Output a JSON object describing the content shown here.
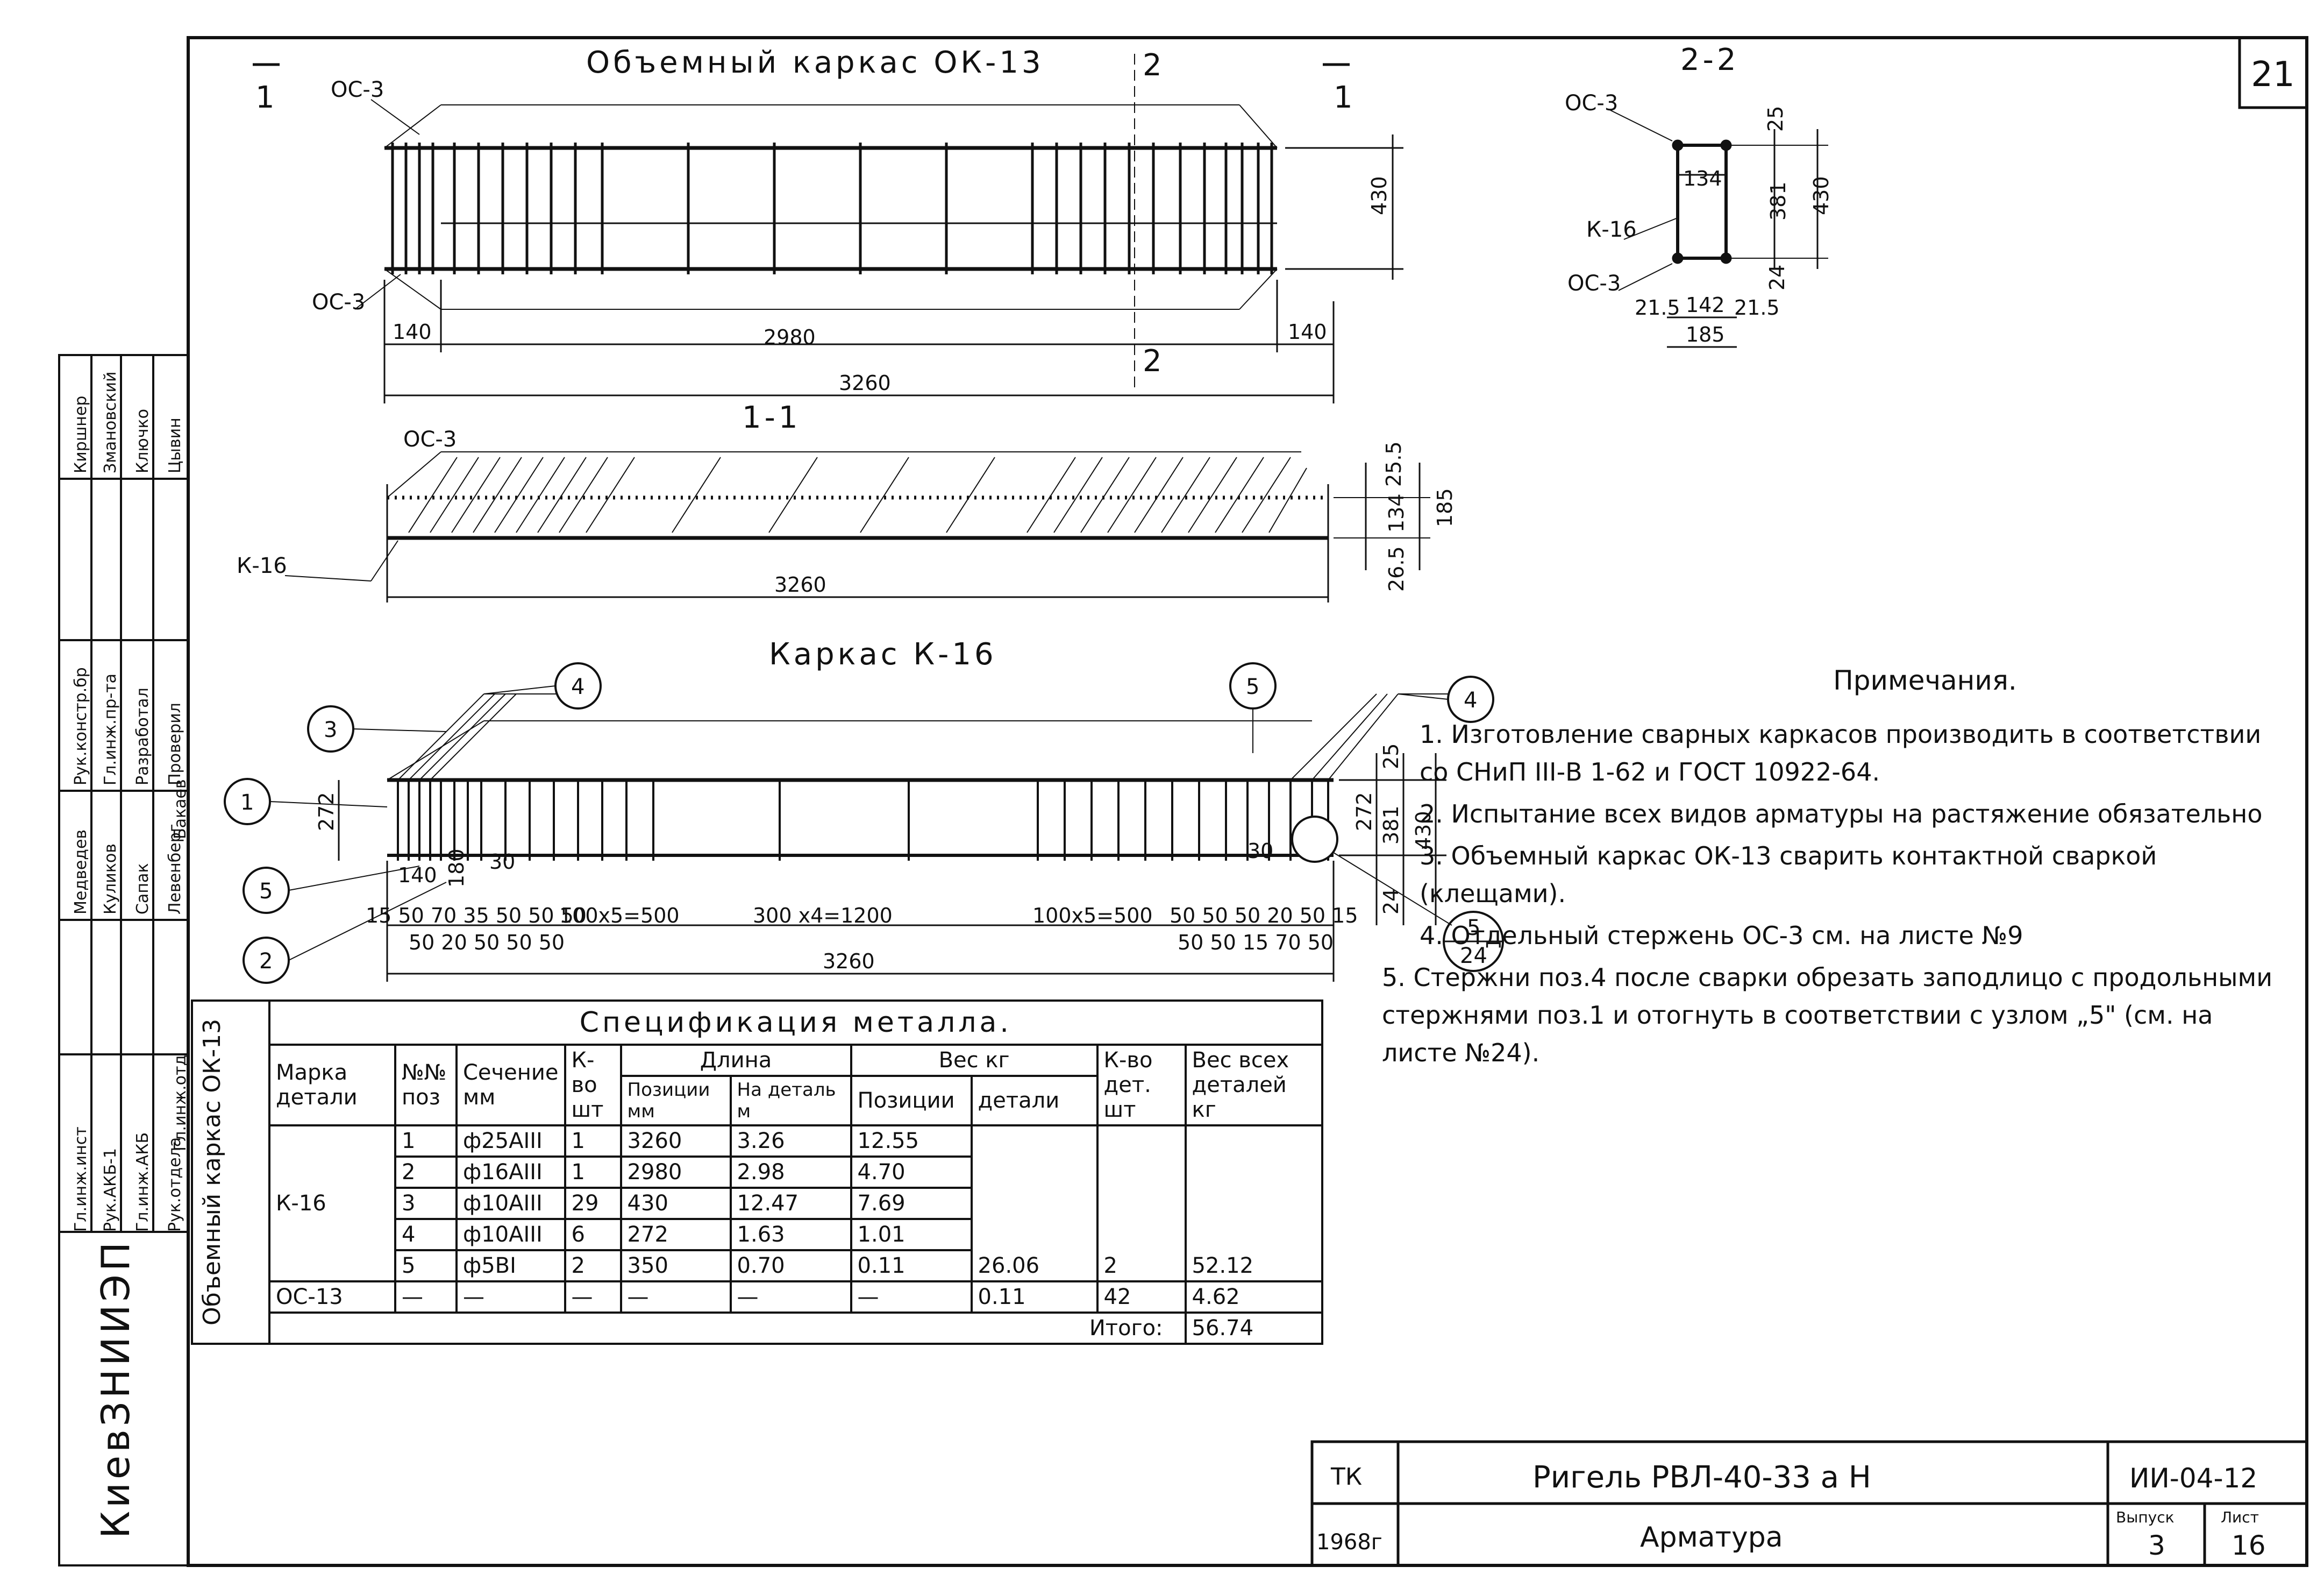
{
  "sheet_marker": "21",
  "views": {
    "main_title": "Объемный каркас ОК-13",
    "section_mark": "1",
    "section_2_mark": "2",
    "section_1_title": "1-1",
    "section_2_title": "2-2",
    "cage_title": "Каркас К-16"
  },
  "labels": {
    "oc3": "ОС-3",
    "k16": "К-16"
  },
  "dims_top": {
    "d140a": "140",
    "d2980": "2980",
    "d140b": "140",
    "d3260": "3260",
    "d430": "430"
  },
  "dims_22": {
    "d25": "25",
    "d134": "134",
    "d381": "381",
    "d430": "430",
    "d24": "24",
    "d215a": "21.5",
    "d142": "142",
    "d215b": "21.5",
    "d185": "185"
  },
  "dims_11": {
    "d255": "25.5",
    "d134": "134",
    "d185": "185",
    "d265": "26.5",
    "d3260": "3260"
  },
  "dims_k16": {
    "d272a": "272",
    "d140": "140",
    "d180": "180",
    "d30a": "30",
    "d30b": "30",
    "left_row1": "15 50 70 35 50 50 50",
    "left_row2": "50 20 50 50 50",
    "d500a": "100x5=500",
    "d1200": "300 x4=1200",
    "d500b": "100x5=500",
    "right_row1": "50 50 50 20 50 15",
    "right_row2": "50 50 15 70 50",
    "d3260": "3260",
    "d25": "25",
    "d272b": "272",
    "d381": "381",
    "d430": "430",
    "d24": "24"
  },
  "callouts": {
    "c1": "1",
    "c2": "2",
    "c3": "3",
    "c4a": "4",
    "c4b": "4",
    "c5a": "5",
    "c5b": "5",
    "c5c_num": "5",
    "c5c_den": "24"
  },
  "notes": {
    "heading": "Примечания.",
    "items": [
      "1. Изготовление сварных каркасов производить в соответствии со СНиП III-В 1-62 и ГОСТ 10922-64.",
      "2. Испытание всех видов арматуры на растяжение обязательно",
      "3. Объемный каркас ОК-13 сварить контактной сваркой (клещами).",
      "4. Отдельный стержень ОС-3 см. на листе №9",
      "5. Стержни поз.4 после сварки обрезать заподлицо с продольными стержнями поз.1 и отогнуть в соответствии с узлом „5\" (см. на листе №24)."
    ]
  },
  "spec": {
    "title": "Спецификация металла.",
    "side_label": "Объемный каркас ОК-13",
    "headers": {
      "mark": "Марка детали",
      "pos": "№№ поз",
      "section": "Сечение мм",
      "qty": "К-во шт",
      "length": "Длина",
      "len_pos": "Позиции мм",
      "len_part": "На деталь м",
      "weight": "Вес кг",
      "w_pos": "Позиции",
      "w_part": "детали",
      "qty_parts": "К-во дет. шт",
      "w_total": "Вес всех деталей кг"
    },
    "k16_mark": "К-16",
    "rows": [
      {
        "pos": "1",
        "section": "ф25АIII",
        "qty": "1",
        "len_pos": "3260",
        "len_part": "3.26",
        "w_pos": "12.55"
      },
      {
        "pos": "2",
        "section": "ф16АIII",
        "qty": "1",
        "len_pos": "2980",
        "len_part": "2.98",
        "w_pos": "4.70"
      },
      {
        "pos": "3",
        "section": "ф10АIII",
        "qty": "29",
        "len_pos": "430",
        "len_part": "12.47",
        "w_pos": "7.69"
      },
      {
        "pos": "4",
        "section": "ф10АIII",
        "qty": "6",
        "len_pos": "272",
        "len_part": "1.63",
        "w_pos": "1.01"
      },
      {
        "pos": "5",
        "section": "ф5ВI",
        "qty": "2",
        "len_pos": "350",
        "len_part": "0.70",
        "w_pos": "0.11"
      }
    ],
    "k16_w_part": "26.06",
    "k16_qty_parts": "2",
    "k16_w_total": "52.12",
    "oc_row": {
      "mark": "ОС-13",
      "dash": "—",
      "w_part": "0.11",
      "qty_parts": "42",
      "w_total": "4.62"
    },
    "total_label": "Итого:",
    "total_value": "56.74"
  },
  "title_block": {
    "tk": "ТК",
    "year": "1968г",
    "title": "Ригель РВЛ-40-33 а Н",
    "subtitle": "Арматура",
    "code": "ИИ-04-12",
    "issue_label": "Выпуск",
    "issue": "3",
    "sheet_label": "Лист",
    "sheet": "16"
  },
  "stamp": {
    "org": "КиевЗНИИЭП",
    "rows": [
      {
        "role": "Гл.инж.инст",
        "name": ""
      },
      {
        "role": "Рук.АКБ-1",
        "name": ""
      },
      {
        "role": "Гл.инж.АКБ",
        "name": ""
      },
      {
        "role": "Рук.отдела",
        "name": ""
      },
      {
        "role": "Гл.инж.отд",
        "name": ""
      },
      {
        "role": "Рук.констр.бр",
        "name": "Медведев"
      },
      {
        "role": "Гл.инж.пр-та",
        "name": "Куликов"
      },
      {
        "role": "Разработал",
        "name": "Сапак"
      },
      {
        "role": "Проверил",
        "name": "Левенберг"
      },
      {
        "role": "",
        "name": "Бакаев"
      },
      {
        "role": "",
        "name": "Киршнер"
      },
      {
        "role": "",
        "name": "Змановский"
      },
      {
        "role": "",
        "name": "Ключко"
      },
      {
        "role": "",
        "name": "Цывин"
      }
    ]
  }
}
